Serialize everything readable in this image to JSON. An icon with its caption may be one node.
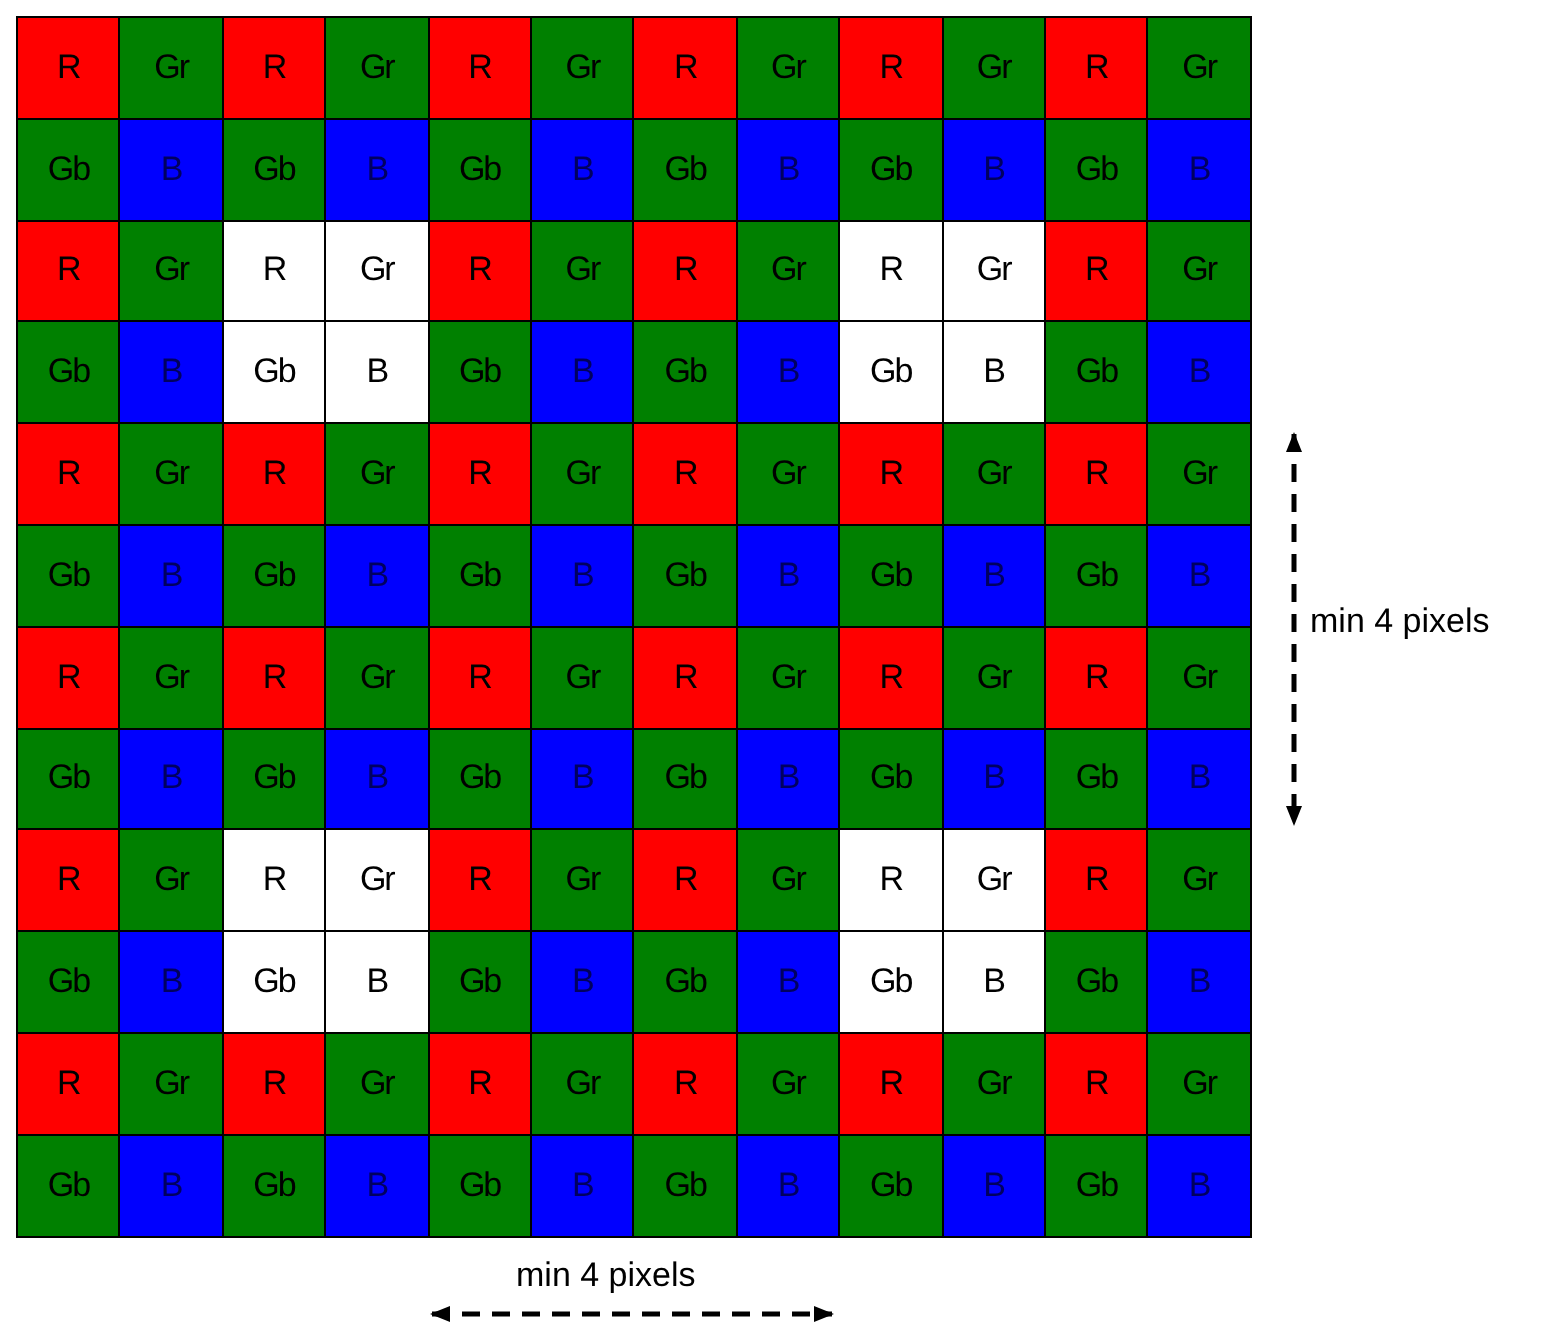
{
  "diagram": {
    "labels": [
      "R",
      "Gr",
      "R",
      "Gr",
      "R",
      "Gr",
      "R",
      "Gr",
      "R",
      "Gr",
      "R",
      "Gr",
      "Gb",
      "B",
      "Gb",
      "B",
      "Gb",
      "B",
      "Gb",
      "B",
      "Gb",
      "B",
      "Gb",
      "B",
      "R",
      "Gr",
      "R",
      "Gr",
      "R",
      "Gr",
      "R",
      "Gr",
      "R",
      "Gr",
      "R",
      "Gr",
      "Gb",
      "B",
      "Gb",
      "B",
      "Gb",
      "B",
      "Gb",
      "B",
      "Gb",
      "B",
      "Gb",
      "B",
      "R",
      "Gr",
      "R",
      "Gr",
      "R",
      "Gr",
      "R",
      "Gr",
      "R",
      "Gr",
      "R",
      "Gr",
      "Gb",
      "B",
      "Gb",
      "B",
      "Gb",
      "B",
      "Gb",
      "B",
      "Gb",
      "B",
      "Gb",
      "B",
      "R",
      "Gr",
      "R",
      "Gr",
      "R",
      "Gr",
      "R",
      "Gr",
      "R",
      "Gr",
      "R",
      "Gr",
      "Gb",
      "B",
      "Gb",
      "B",
      "Gb",
      "B",
      "Gb",
      "B",
      "Gb",
      "B",
      "Gb",
      "B",
      "R",
      "Gr",
      "R",
      "Gr",
      "R",
      "Gr",
      "R",
      "Gr",
      "R",
      "Gr",
      "R",
      "Gr",
      "Gb",
      "B",
      "Gb",
      "B",
      "Gb",
      "B",
      "Gb",
      "B",
      "Gb",
      "B",
      "Gb",
      "B",
      "R",
      "Gr",
      "R",
      "Gr",
      "R",
      "Gr",
      "R",
      "Gr",
      "R",
      "Gr",
      "R",
      "Gr",
      "Gb",
      "B",
      "Gb",
      "B",
      "Gb",
      "B",
      "Gb",
      "B",
      "Gb",
      "B",
      "Gb",
      "B",
      "min 4 pixels",
      "min 4 pixels"
    ]
  }
}
